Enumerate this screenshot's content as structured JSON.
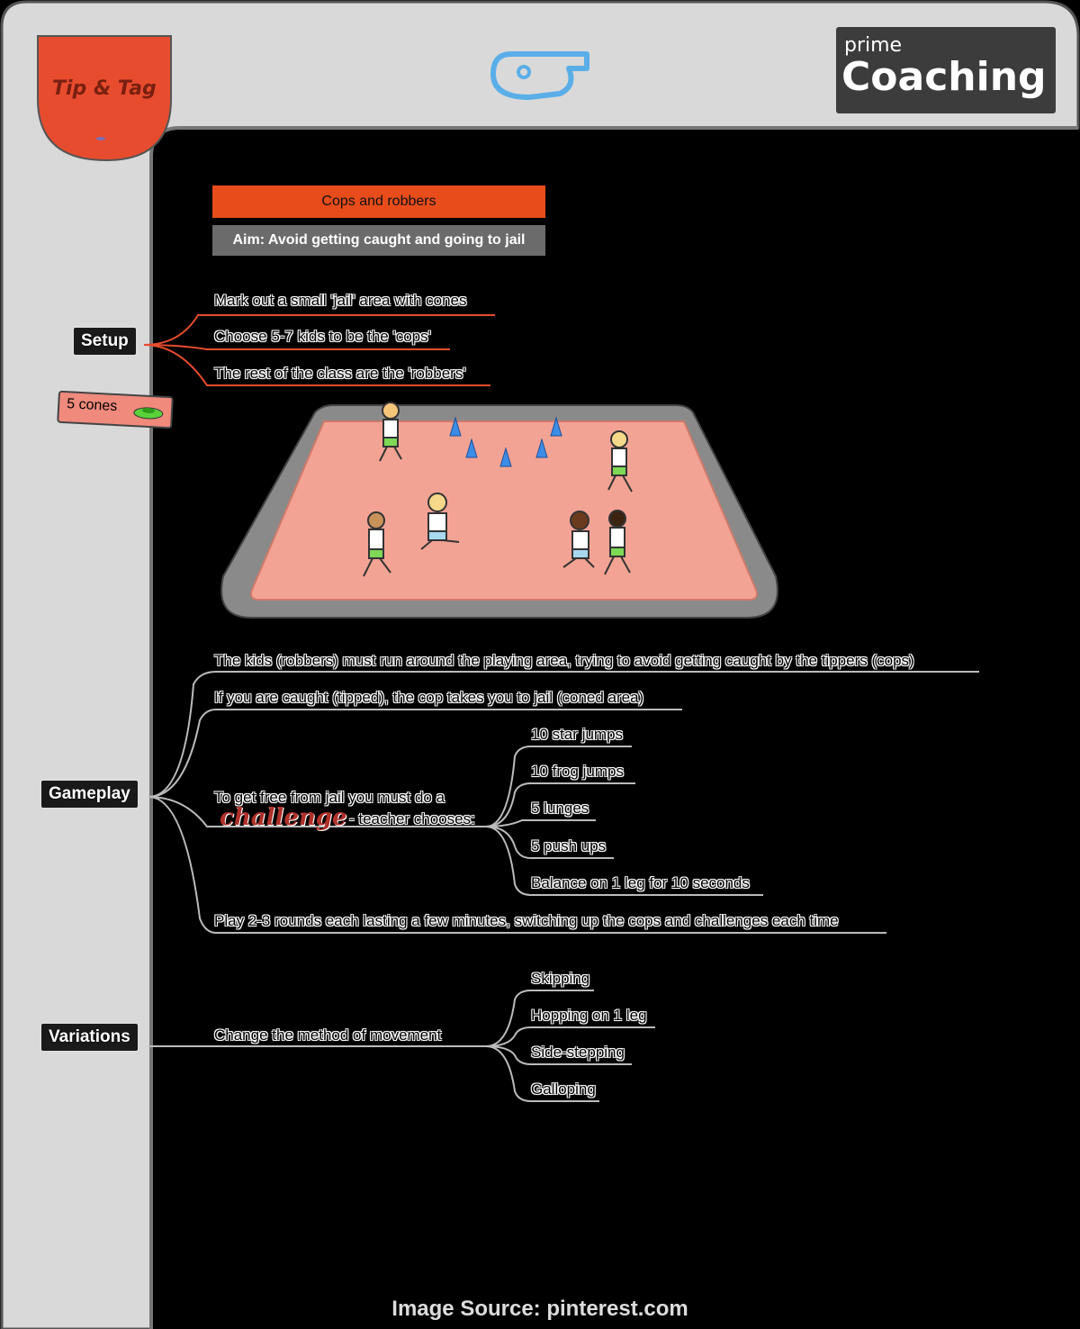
{
  "badge": {
    "label": "Tip & Tag"
  },
  "logo": {
    "prime": "prime",
    "main": "Coaching"
  },
  "header": {
    "title": "Cops and robbers",
    "aim": "Aim: Avoid getting caught and going to jail"
  },
  "setup": {
    "label": "Setup",
    "items": [
      "Mark out a small 'jail' area with cones",
      "Choose 5-7 kids to be the 'cops'",
      "The rest of the class are the 'robbers'"
    ]
  },
  "equipment": {
    "label": "5 cones"
  },
  "gameplay": {
    "label": "Gameplay",
    "items": [
      "The kids (robbers) must run around the playing area, trying to avoid getting caught by the tippers (cops)",
      "If you are caught (tipped), the cop takes you to jail (coned area)",
      "To get free from jail you must do a",
      "Play 2-3 rounds each lasting a few minutes, switching up the cops and challenges each time"
    ],
    "challenge_word": "challenge",
    "challenge_suffix": "- teacher chooses:",
    "challenges": [
      "10 star jumps",
      "10 frog jumps",
      "5 lunges",
      "5 push ups",
      "Balance on 1 leg for 10 seconds"
    ]
  },
  "variations": {
    "label": "Variations",
    "item": "Change the method of movement",
    "subitems": [
      "Skipping",
      "Hopping on 1 leg",
      "Side-stepping",
      "Galloping"
    ]
  },
  "colors": {
    "frame": "#d9d9d9",
    "badge": "#e84c2e",
    "title_bar": "#e84c1b",
    "aim_bar": "#6b6b6b",
    "court": "#f3a394",
    "cone": "#3d8de6",
    "logo_accent": "#5aaee8"
  },
  "source": "Image Source: pinterest.com"
}
